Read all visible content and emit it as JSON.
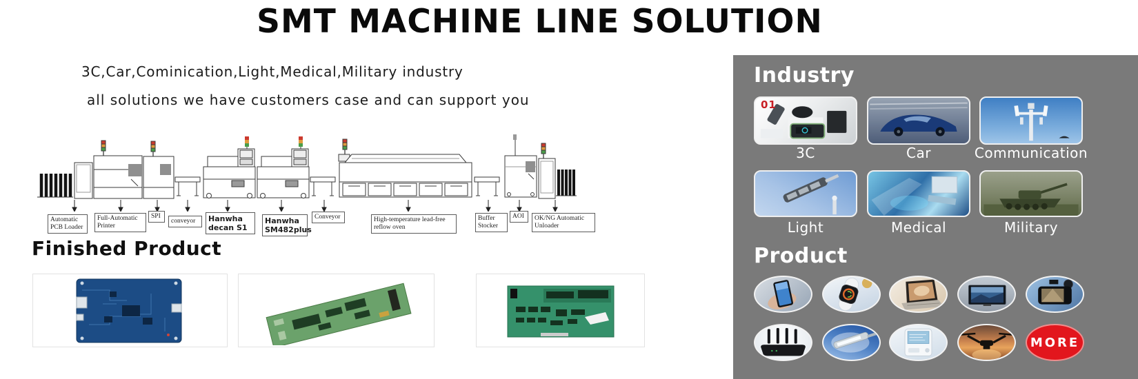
{
  "title": "SMT MACHINE LINE SOLUTION",
  "intro": {
    "line1": "3C,Car,Cominication,Light,Medical,Military industry",
    "line2": "all solutions we have customers case and can support you"
  },
  "machine_line": {
    "labels": [
      "Automatic PCB Loader",
      "Full-Automatic Printer",
      "SPI",
      "conveyor",
      "Hanwha decan S1",
      "Hanwha SM482plus",
      "Conveyor",
      "High-temperature lead-free reflow oven",
      "Buffer Stocker",
      "AOI",
      "OK/NG Automatic Unloader"
    ]
  },
  "finished_product_heading": "Finished Product",
  "industry": {
    "heading": "Industry",
    "badge": "01",
    "items": [
      {
        "label": "3C"
      },
      {
        "label": "Car"
      },
      {
        "label": "Communication"
      },
      {
        "label": "Light"
      },
      {
        "label": "Medical"
      },
      {
        "label": "Military"
      }
    ]
  },
  "product": {
    "heading": "Product",
    "more_label": "MORE"
  },
  "colors": {
    "panel_gray": "#7a7a7a",
    "more_red": "#e2161d",
    "badge_red": "#c81f25"
  }
}
